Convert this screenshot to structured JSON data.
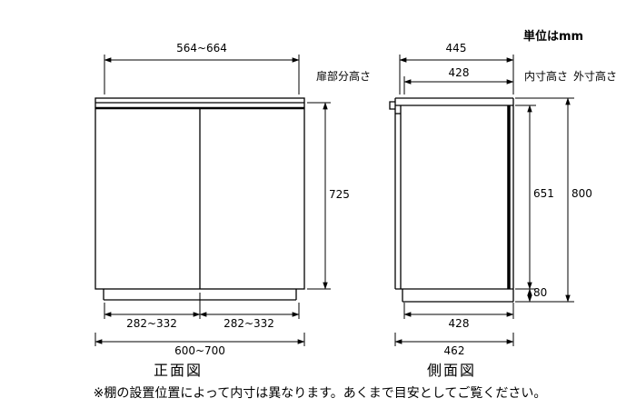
{
  "unit_label": "単位はmm",
  "front_view": {
    "title": "正面図",
    "inner_width": "564~664",
    "door_section_label": "扉部分高さ",
    "door_height": "725",
    "left_door_width": "282~332",
    "right_door_width": "282~332",
    "outer_width": "600~700"
  },
  "side_view": {
    "title": "側面図",
    "top_depth": "445",
    "inner_depth_top": "428",
    "inner_height_label": "内寸高さ",
    "outer_height_label": "外寸高さ",
    "inner_height": "651",
    "outer_height": "800",
    "base_height": "80",
    "inner_depth_bottom": "428",
    "outer_depth": "462"
  },
  "note": "※棚の設置位置によって内寸は異なります。あくまで目安としてご覧ください。"
}
